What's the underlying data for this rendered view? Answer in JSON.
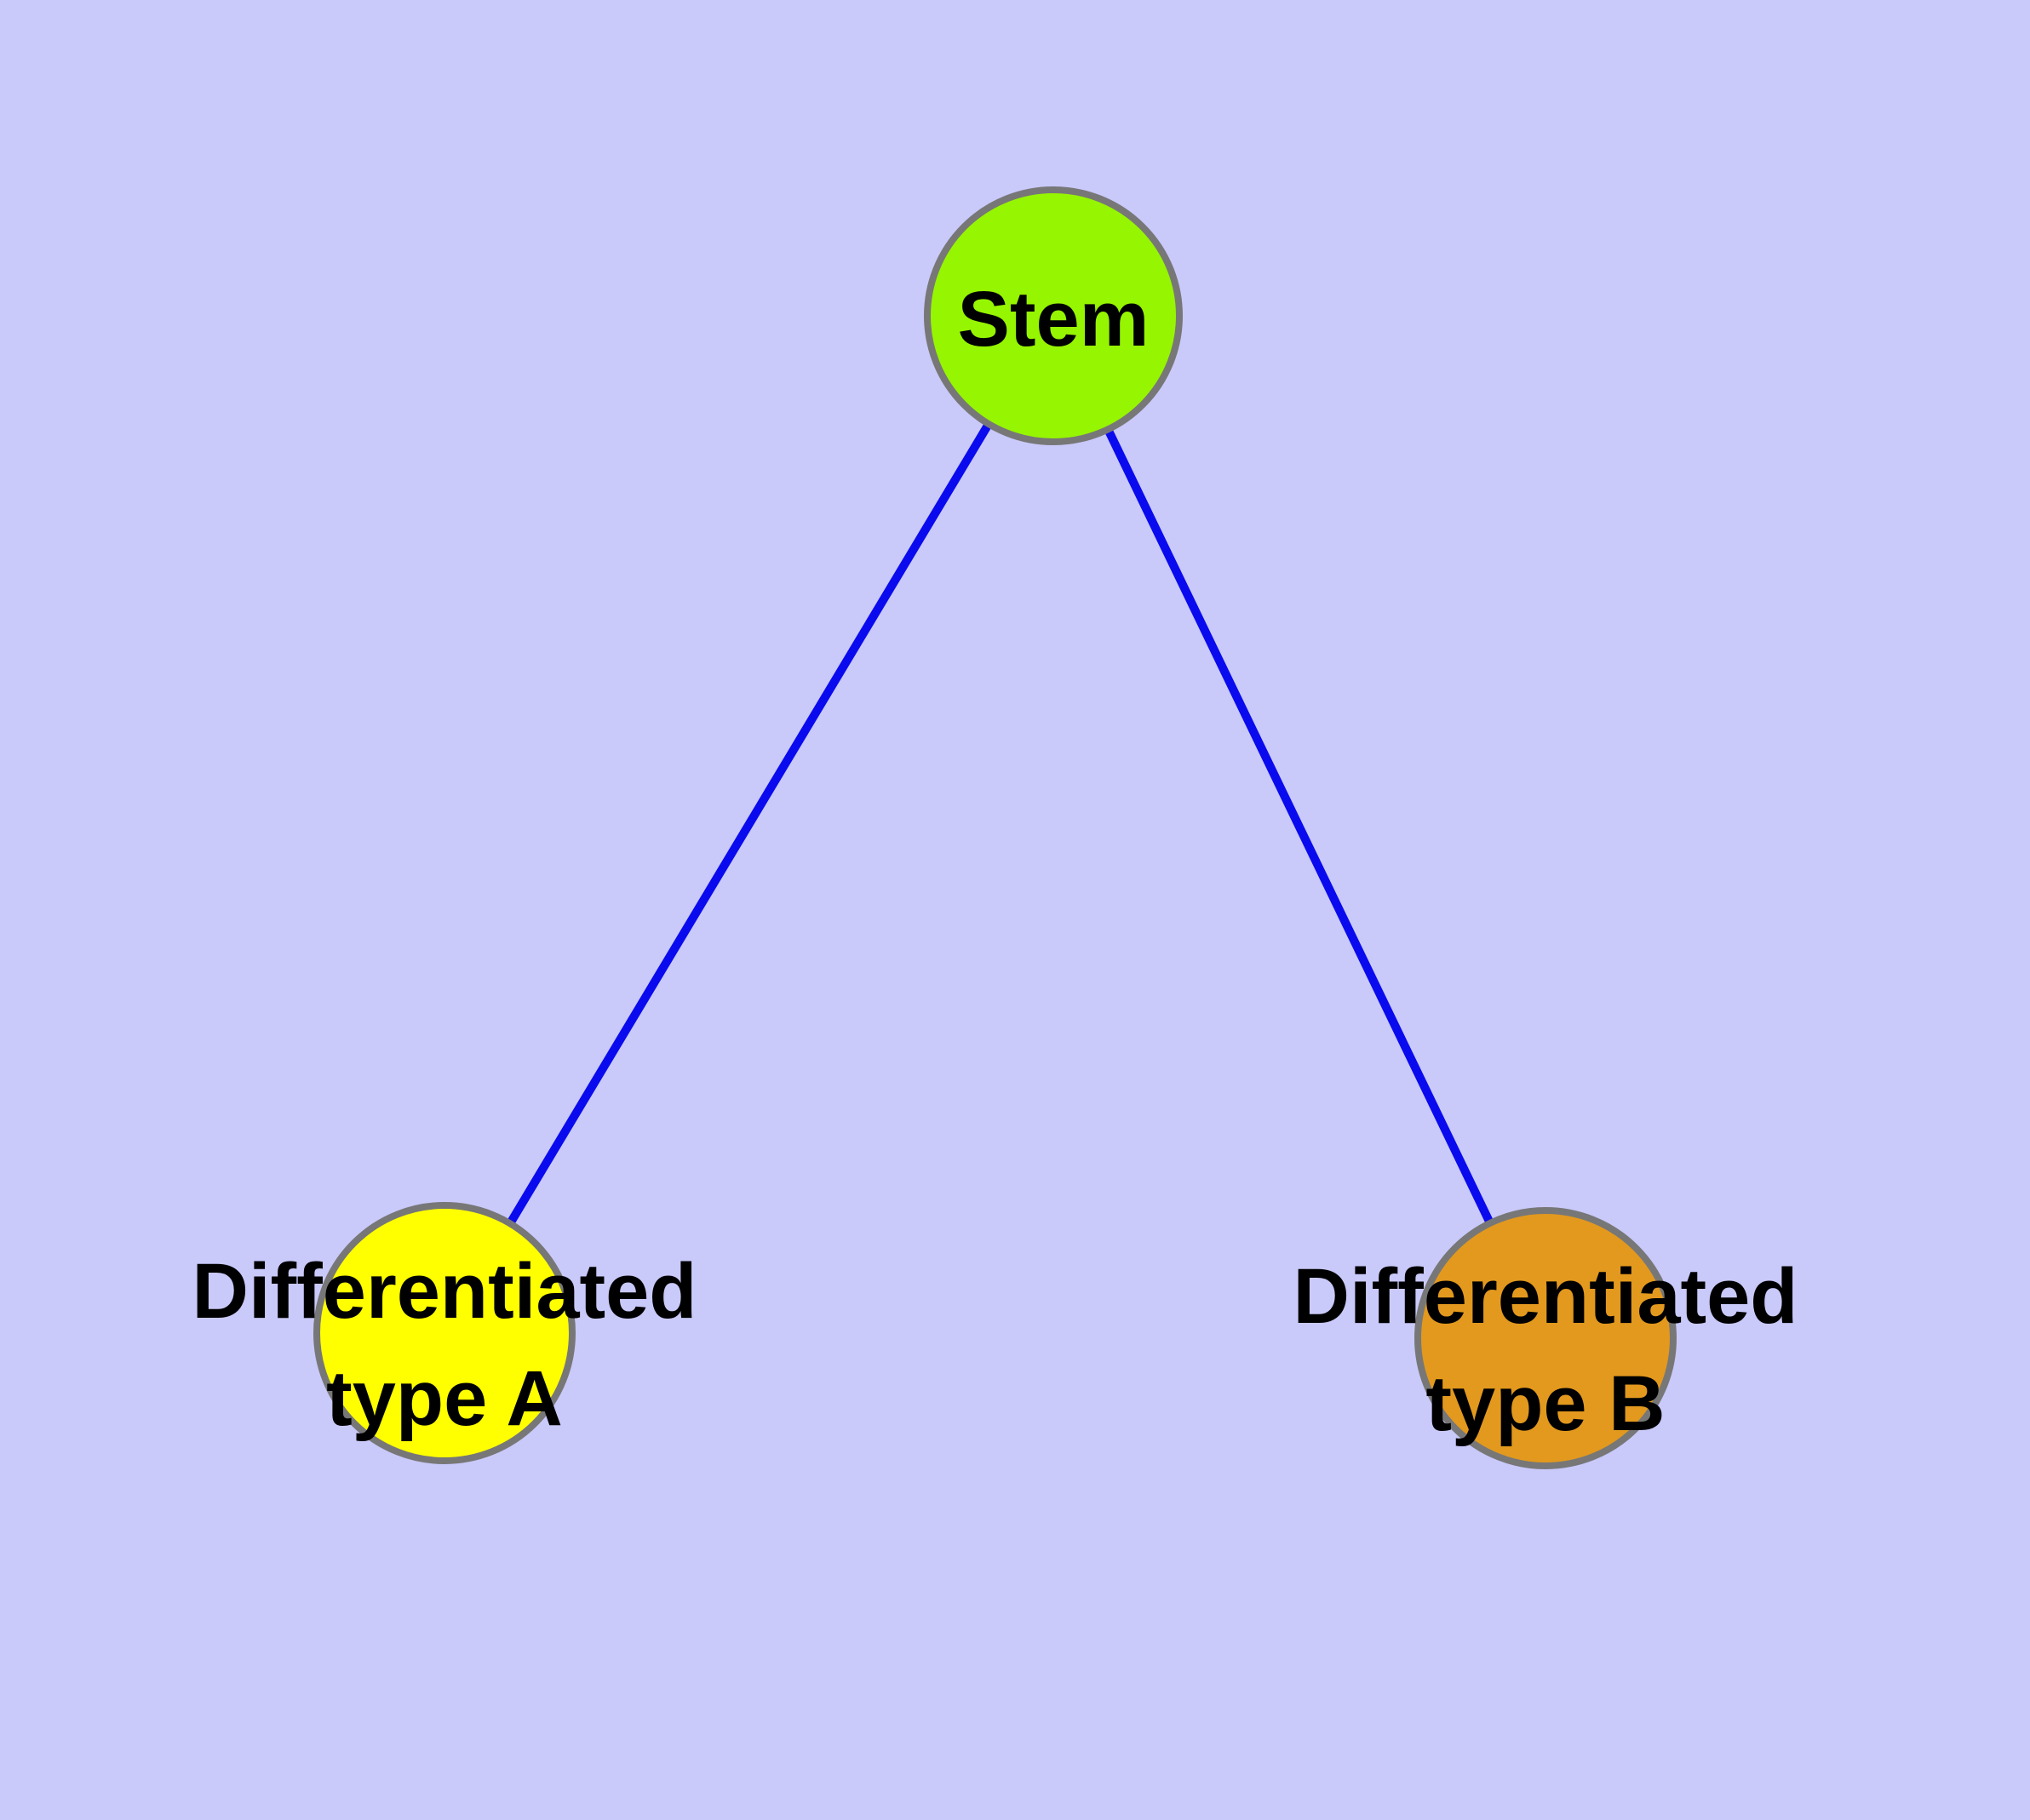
{
  "figure": {
    "title": "Stem cell differentiation diagram",
    "background_color": "#c9c9fa",
    "edge_color": "#0a0aee",
    "node_border_color": "#777777",
    "nodes": [
      {
        "id": "stem",
        "label_lines": [
          "Stem"
        ],
        "fill_color": "#96f500"
      },
      {
        "id": "differentiated-type-a",
        "label_lines": [
          "Differentiated",
          "type A"
        ],
        "fill_color": "#ffff00"
      },
      {
        "id": "differentiated-type-b",
        "label_lines": [
          "Differentiated",
          "type B"
        ],
        "fill_color": "#e2991e"
      }
    ],
    "edges": [
      {
        "from": "Stem",
        "to": "Differentiated type A"
      },
      {
        "from": "Stem",
        "to": "Differentiated type B"
      }
    ]
  }
}
